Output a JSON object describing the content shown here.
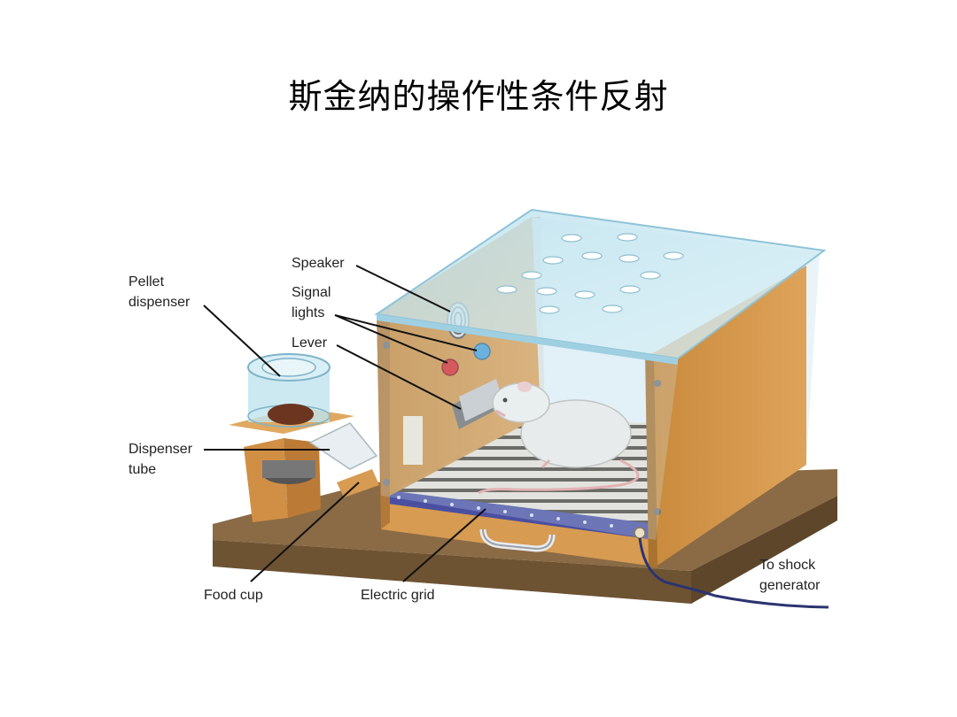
{
  "title": "斯金纳的操作性条件反射",
  "labels": {
    "speaker": "Speaker",
    "signal_lights": [
      "Signal",
      "lights"
    ],
    "lever": "Lever",
    "pellet_dispenser": [
      "Pellet",
      "dispenser"
    ],
    "dispenser_tube": [
      "Dispenser",
      "tube"
    ],
    "food_cup": "Food cup",
    "electric_grid": "Electric grid",
    "to_shock_generator": [
      "To shock",
      "generator"
    ]
  }
}
